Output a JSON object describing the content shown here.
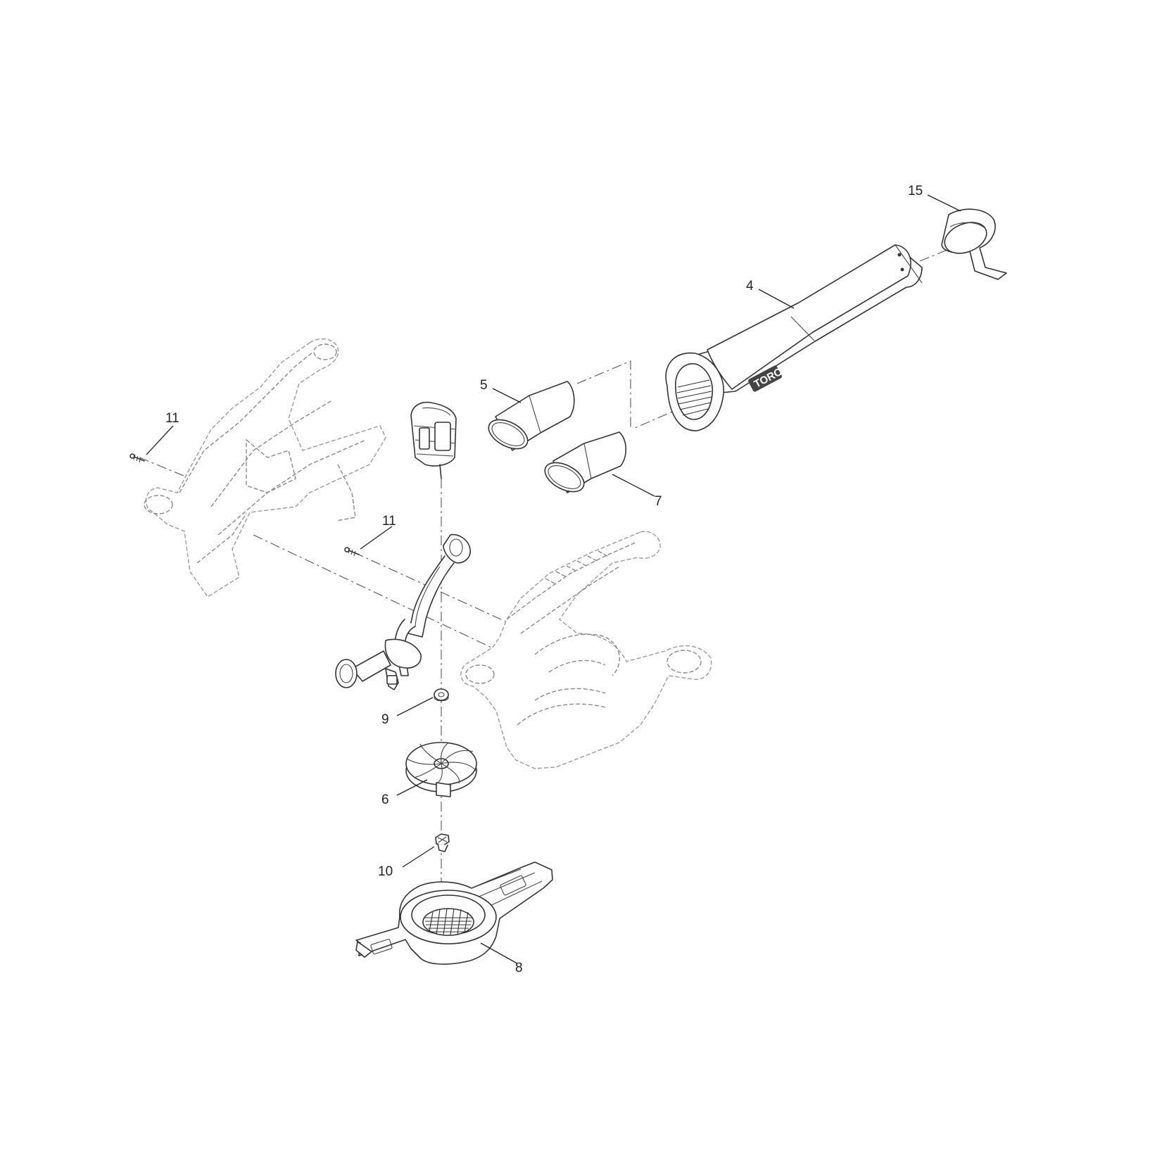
{
  "diagram": {
    "callouts": [
      {
        "id": "15",
        "label": "15"
      },
      {
        "id": "4",
        "label": "4"
      },
      {
        "id": "5",
        "label": "5"
      },
      {
        "id": "7",
        "label": "7"
      },
      {
        "id": "11a",
        "label": "11"
      },
      {
        "id": "11b",
        "label": "11"
      },
      {
        "id": "9",
        "label": "9"
      },
      {
        "id": "6",
        "label": "6"
      },
      {
        "id": "10",
        "label": "10"
      },
      {
        "id": "8",
        "label": "8"
      }
    ],
    "tube_brand": "TORO"
  }
}
